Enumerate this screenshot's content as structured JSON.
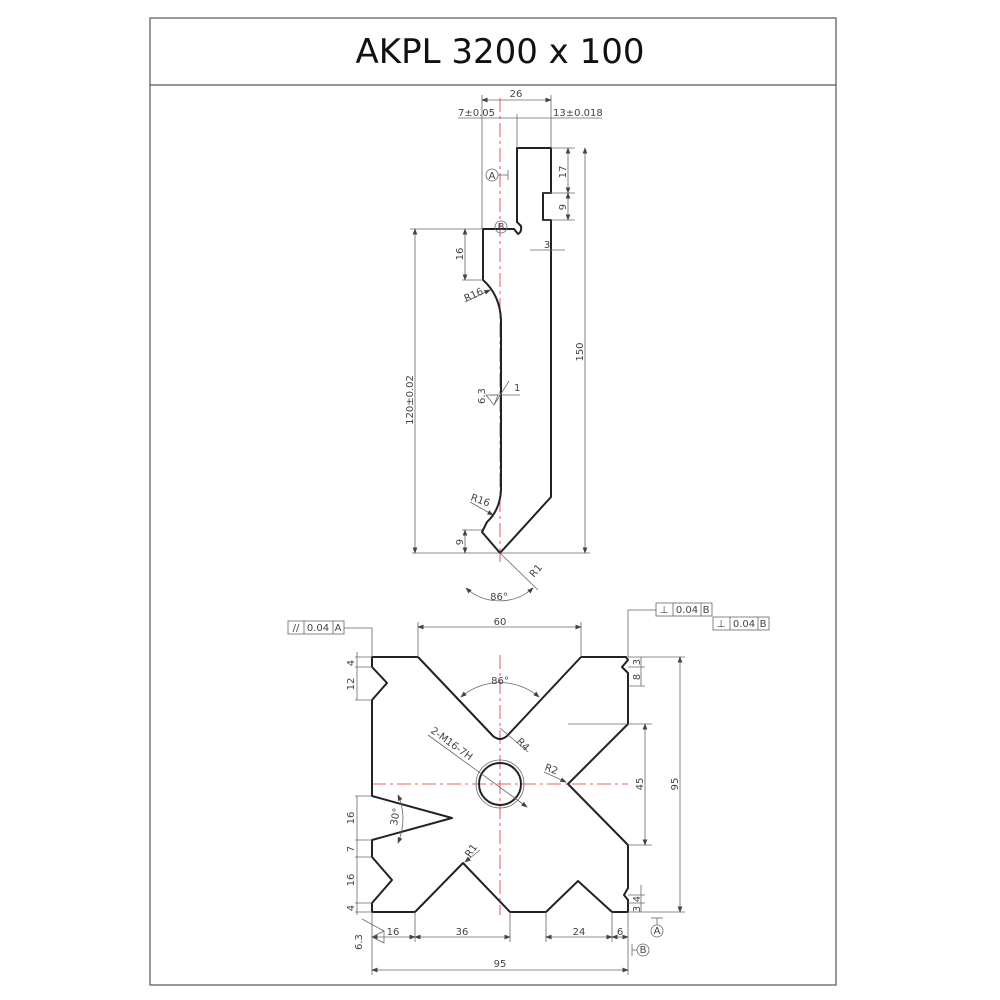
{
  "title": "AKPL 3200 x 100",
  "colors": {
    "outline": "#222222",
    "centerline": "#dd3333",
    "dimension": "#666666"
  },
  "punch": {
    "dims": {
      "width": "26",
      "tol_left": "7±0.05",
      "tol_right": "13±0.018",
      "h17": "17",
      "h9_top": "9",
      "w3": "3",
      "height": "150",
      "height_tol": "120±0.02",
      "h16": "16",
      "r16_top": "R16",
      "r16_bottom": "R16",
      "h9_bottom": "9",
      "angle": "86°",
      "r1": "R1",
      "roughness": "6.3",
      "offset": "1"
    },
    "datum_a": "A",
    "datum_b": "B"
  },
  "die": {
    "tolerance_frames": [
      {
        "symbol": "//",
        "value": "0.04",
        "datum": "A"
      },
      {
        "symbol": "⊥",
        "value": "0.04",
        "datum": "B"
      },
      {
        "symbol": "⊥",
        "value": "0.04",
        "datum": "B"
      }
    ],
    "dims": {
      "top_width": "60",
      "angle_top": "86°",
      "thread": "2-M16-7H",
      "r4": "R4",
      "r2": "R2",
      "r1": "R1",
      "angle_left": "30°",
      "h45": "45",
      "h95": "95",
      "left_4_top": "4",
      "left_12": "12",
      "left_16_a": "16",
      "left_7": "7",
      "left_16_b": "16",
      "left_4_bottom": "4",
      "right_3": "3",
      "right_8": "8",
      "right_4": "4",
      "right_3_bottom": "3",
      "b16": "16",
      "b36": "36",
      "b24": "24",
      "b6": "6",
      "b95": "95",
      "roughness": "6.3"
    },
    "datum_a": "A",
    "datum_b": "B"
  }
}
